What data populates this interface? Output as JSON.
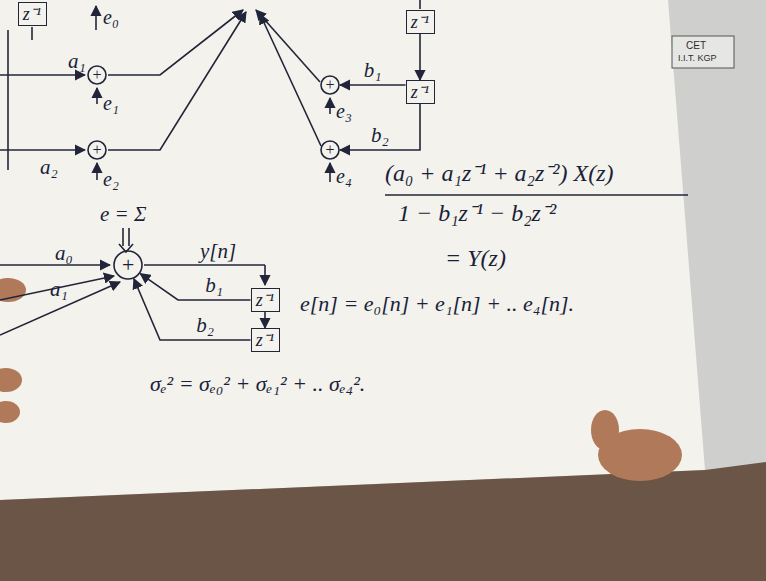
{
  "diagram": {
    "nodes": [
      {
        "text": [
          "z⁻¹"
        ]
      },
      {
        "text": [
          "+"
        ]
      },
      {
        "text": [
          "+"
        ]
      },
      {
        "text": [
          "z⁻¹"
        ]
      },
      {
        "text": [
          "z⁻¹"
        ]
      },
      {
        "text": [
          "+"
        ]
      },
      {
        "text": [
          "+"
        ]
      },
      {
        "text": [
          "+"
        ]
      },
      {
        "text": [
          "z⁻¹"
        ]
      },
      {
        "text": [
          "z⁻¹"
        ]
      }
    ],
    "edges": [
      {
        "from": 3,
        "to": 4,
        "arrow": "to"
      },
      {
        "from": 4,
        "to": 5,
        "label": "b₁",
        "arrow": "to"
      },
      {
        "from": 4,
        "to": 6,
        "label": "b₂",
        "arrow": "to"
      },
      {
        "from": 8,
        "to": 9,
        "arrow": "to"
      },
      {
        "from": 8,
        "to": 7,
        "label": "b₁",
        "arrow": "to"
      },
      {
        "from": 9,
        "to": 7,
        "label": "b₂",
        "arrow": "to"
      }
    ],
    "labels": [
      "e₀",
      "a₁",
      "e₁",
      "e₃",
      "e₄",
      "a₂",
      "e₂",
      "e = Σ",
      "a₀",
      "a₁",
      "y[n]",
      "(a₀ + a₁z⁻¹ + a₂z⁻²) X(z)",
      "1 − b₁z⁻¹ − b₂z⁻²",
      "= Y(z)",
      "e[n] = e₀[n] + e₁[n] + .. e₄[n].",
      "σₑ² = σₑ₀² + σₑ₁² + .. σₑ₄².",
      "CET",
      "I.I.T. KGP"
    ]
  }
}
